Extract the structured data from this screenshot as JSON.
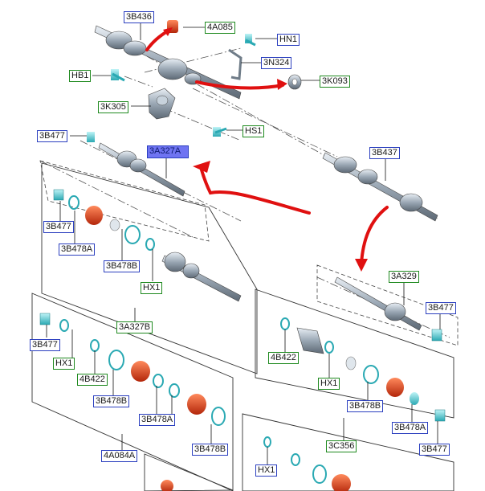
{
  "diagram": {
    "colors": {
      "blue_frame": "#2b3fbf",
      "green_frame": "#1f8a1f",
      "highlight_fill": "#6f74f2",
      "arrow_red": "#e01010",
      "part_cyan": "#4fd0d8",
      "boot_orange": "#e0401a"
    },
    "labels": {
      "p3B436": "3B436",
      "p4A085": "4A085",
      "pHN1": "HN1",
      "p3N324": "3N324",
      "pHB1": "HB1",
      "p3K093": "3K093",
      "p3K305": "3K305",
      "pHS1": "HS1",
      "p3B477_top": "3B477",
      "p3A327A": "3A327A",
      "p3B437": "3B437",
      "p3B477_left": "3B477",
      "p3B478A_left": "3B478A",
      "p3B478B_left": "3B478B",
      "pHX1_left": "HX1",
      "p3A329": "3A329",
      "p3B477_right": "3B477",
      "p3A327B": "3A327B",
      "p3B477_lower": "3B477",
      "pHX1_lower": "HX1",
      "p4B422_lower": "4B422",
      "p3B478B_lower": "3B478B",
      "p3B478A_lower": "3B478A",
      "p3B478B_lower2": "3B478B",
      "p4A084A": "4A084A",
      "p4B422_right": "4B422",
      "pHX1_right": "HX1",
      "p3B478B_right": "3B478B",
      "p3B478A_right": "3B478A",
      "p3B477_br": "3B477",
      "p3C356": "3C356",
      "pHX1_bottom": "HX1"
    }
  }
}
